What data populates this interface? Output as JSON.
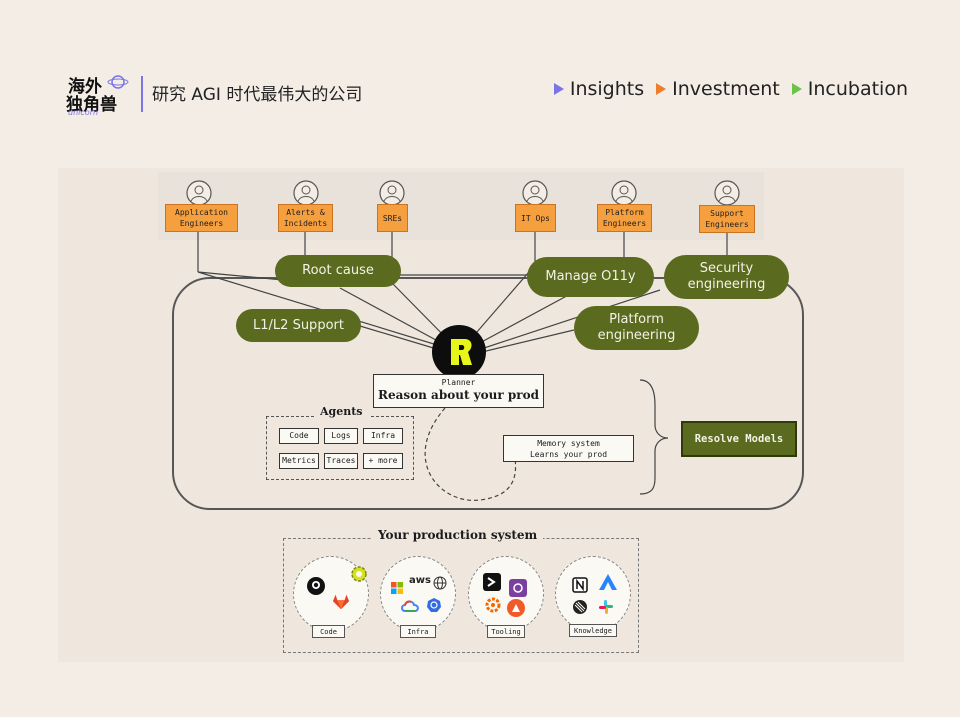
{
  "header": {
    "logo_text": "海外独角兽",
    "logo_sub": "unicorn",
    "subtitle": "研究 AGI 时代最伟大的公司",
    "nav": [
      {
        "label": "Insights",
        "color": "#7b74e6"
      },
      {
        "label": "Investment",
        "color": "#f07c2e"
      },
      {
        "label": "Incubation",
        "color": "#6cc24a"
      }
    ]
  },
  "diagram": {
    "roles": [
      {
        "line1": "Application",
        "line2": "Engineers"
      },
      {
        "line1": "Alerts &",
        "line2": "Incidents"
      },
      {
        "line1": "SREs",
        "line2": ""
      },
      {
        "line1": "IT Ops",
        "line2": ""
      },
      {
        "line1": "Platform",
        "line2": "Engineers"
      },
      {
        "line1": "Support",
        "line2": "Engineers"
      }
    ],
    "capabilities": {
      "root_cause": "Root cause",
      "manage_o11y": "Manage O11y",
      "security_engineering": "Security engineering",
      "l1l2_support": "L1/L2 Support",
      "platform_engineering": "Platform engineering"
    },
    "planner": {
      "title": "Planner",
      "subtitle": "Reason about your prod"
    },
    "agents": {
      "title": "Agents",
      "items": [
        "Code",
        "Logs",
        "Infra",
        "Metrics",
        "Traces",
        "+ more"
      ]
    },
    "memory": {
      "title": "Memory system",
      "subtitle": "Learns your prod"
    },
    "resolve_models": "Resolve Models",
    "production": {
      "title": "Your production system",
      "groups": [
        {
          "label": "Code",
          "icons": [
            "github-icon",
            "gear-icon",
            "gitlab-icon"
          ]
        },
        {
          "label": "Infra",
          "icons": [
            "microsoft-icon",
            "aws-icon",
            "globe-icon",
            "gcp-icon",
            "kubernetes-icon"
          ]
        },
        {
          "label": "Tooling",
          "icons": [
            "terminal-icon",
            "prometheus-icon",
            "grafana-icon",
            "datadog-icon"
          ]
        },
        {
          "label": "Knowledge",
          "icons": [
            "notion-icon",
            "atlassian-icon",
            "linear-icon",
            "slack-icon"
          ]
        }
      ],
      "icon_text": {
        "aws": "aws"
      }
    }
  }
}
